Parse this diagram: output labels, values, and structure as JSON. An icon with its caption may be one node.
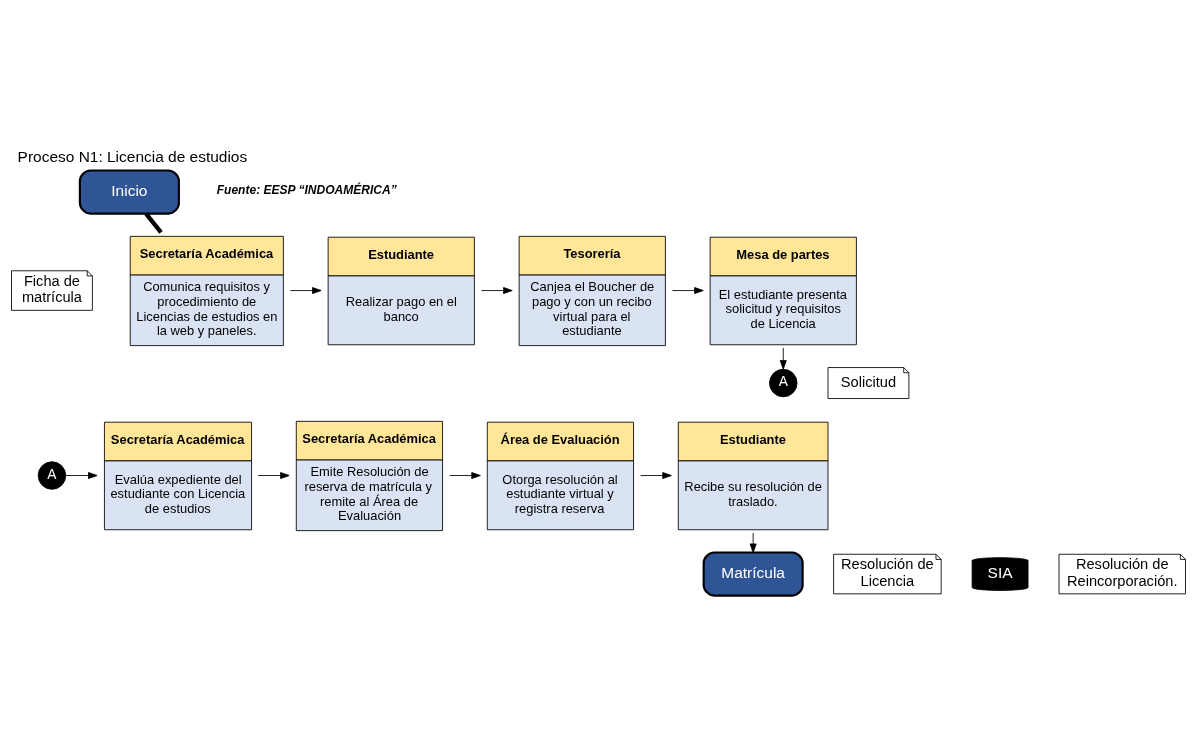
{
  "diagram": {
    "title": "Proceso N1: Licencia de estudios",
    "caption": "Fuente: EESP “INDOAMÉRICA”",
    "nodes": [
      {
        "text": [
          "Inicio"
        ]
      },
      {
        "text": [
          "Ficha de matrícula"
        ]
      },
      {
        "text": [
          "Secretaría Académica",
          "Comunica requisitos y procedimiento de Licencias de estudios en la web y paneles."
        ]
      },
      {
        "text": [
          "Estudiante",
          "Realizar pago en el banco"
        ]
      },
      {
        "text": [
          "Tesorería",
          "Canjea el Boucher de pago y con un recibo virtual para el estudiante"
        ]
      },
      {
        "text": [
          "Mesa de partes",
          "El estudiante presenta solicitud y requisitos de Licencia"
        ]
      },
      {
        "text": [
          "Solicitud"
        ]
      },
      {
        "text": [
          "A"
        ]
      },
      {
        "text": [
          "A"
        ]
      },
      {
        "text": [
          "Secretaría Académica",
          "Evalúa expediente del estudiante con Licencia de estudios"
        ]
      },
      {
        "text": [
          "Secretaría Académica",
          "Emite Resolución de reserva de matrícula y remite al Área de Evaluación"
        ]
      },
      {
        "text": [
          "Resolución de Licencia"
        ]
      },
      {
        "text": [
          "Área de Evaluación",
          "Otorga resolución al estudiante virtual y registra reserva"
        ]
      },
      {
        "text": [
          "SIA"
        ]
      },
      {
        "text": [
          "Estudiante",
          "Recibe su resolución de traslado."
        ]
      },
      {
        "text": [
          "Resolución de Reincorporación."
        ]
      },
      {
        "text": [
          "Matrícula"
        ]
      }
    ],
    "edges": [
      {
        "from": 0,
        "to": 2,
        "arrow": "none",
        "style": "thick"
      },
      {
        "from": 2,
        "to": 3,
        "arrow": "to"
      },
      {
        "from": 3,
        "to": 4,
        "arrow": "to"
      },
      {
        "from": 4,
        "to": 5,
        "arrow": "to"
      },
      {
        "from": 5,
        "to": 7,
        "arrow": "to"
      },
      {
        "from": 8,
        "to": 9,
        "arrow": "to"
      },
      {
        "from": 9,
        "to": 10,
        "arrow": "to"
      },
      {
        "from": 10,
        "to": 12,
        "arrow": "to"
      },
      {
        "from": 12,
        "to": 14,
        "arrow": "to"
      },
      {
        "from": 14,
        "to": 16,
        "arrow": "to"
      }
    ]
  }
}
